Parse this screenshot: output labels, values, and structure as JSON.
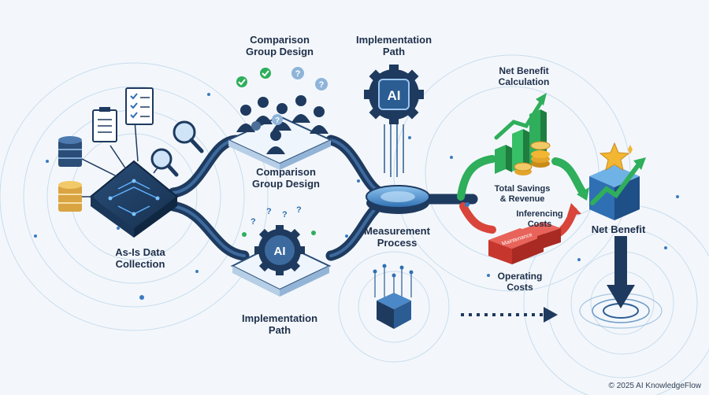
{
  "diagram": {
    "nodes": {
      "as_is": {
        "line1": "As-Is Data",
        "line2": "Collection"
      },
      "comparison_top": {
        "line1": "Comparison",
        "line2": "Group Design"
      },
      "comparison_mid": {
        "line1": "Comparison",
        "line2": "Group Design"
      },
      "implementation_top": {
        "line1": "Implementation",
        "line2": "Path"
      },
      "implementation_bottom": {
        "line1": "Implementation",
        "line2": "Path"
      },
      "measurement": {
        "line1": "Measurement",
        "line2": "Process"
      },
      "net_benefit_calc": {
        "line1": "Net Benefit",
        "line2": "Calculation"
      },
      "total_savings": {
        "line1": "Total Savings",
        "line2": "& Revenue"
      },
      "inferencing": {
        "line1": "Inferencing",
        "line2": "Costs"
      },
      "operating": {
        "line1": "Operating",
        "line2": "Costs"
      },
      "net_benefit": {
        "line1": "Net Benefit"
      }
    },
    "chip_text": "AI",
    "block_text": "Maintenance",
    "copyright": "© 2025 AI KnowledgeFlow"
  },
  "colors": {
    "navy": "#1e3a5f",
    "accent_blue": "#2f6fb3",
    "green": "#2fae5b",
    "red": "#d9453a",
    "gold": "#f2b632"
  },
  "icons": [
    "database-icon",
    "clipboard-icon",
    "magnifier-icon",
    "people-icon",
    "ai-gear-icon",
    "bar-chart-icon",
    "coins-icon",
    "star-icon"
  ]
}
